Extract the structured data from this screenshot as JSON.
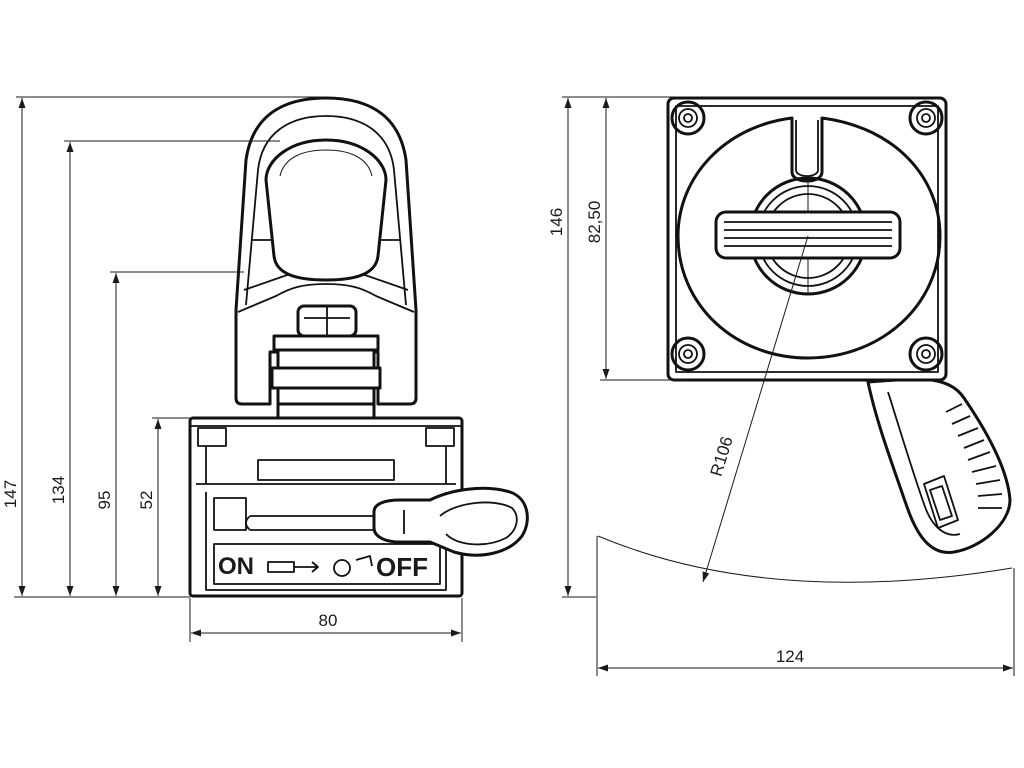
{
  "dimensions": {
    "left_height_total": "147",
    "left_height_eye_inner": "134",
    "left_height_eye_base": "95",
    "left_height_body": "52",
    "left_width": "80",
    "right_height_total": "146",
    "right_height_center": "82,50",
    "right_radius": "R106",
    "right_width": "124"
  },
  "labels": {
    "on": "ON",
    "off": "OFF"
  },
  "colors": {
    "line": "#111111",
    "background": "#ffffff"
  }
}
